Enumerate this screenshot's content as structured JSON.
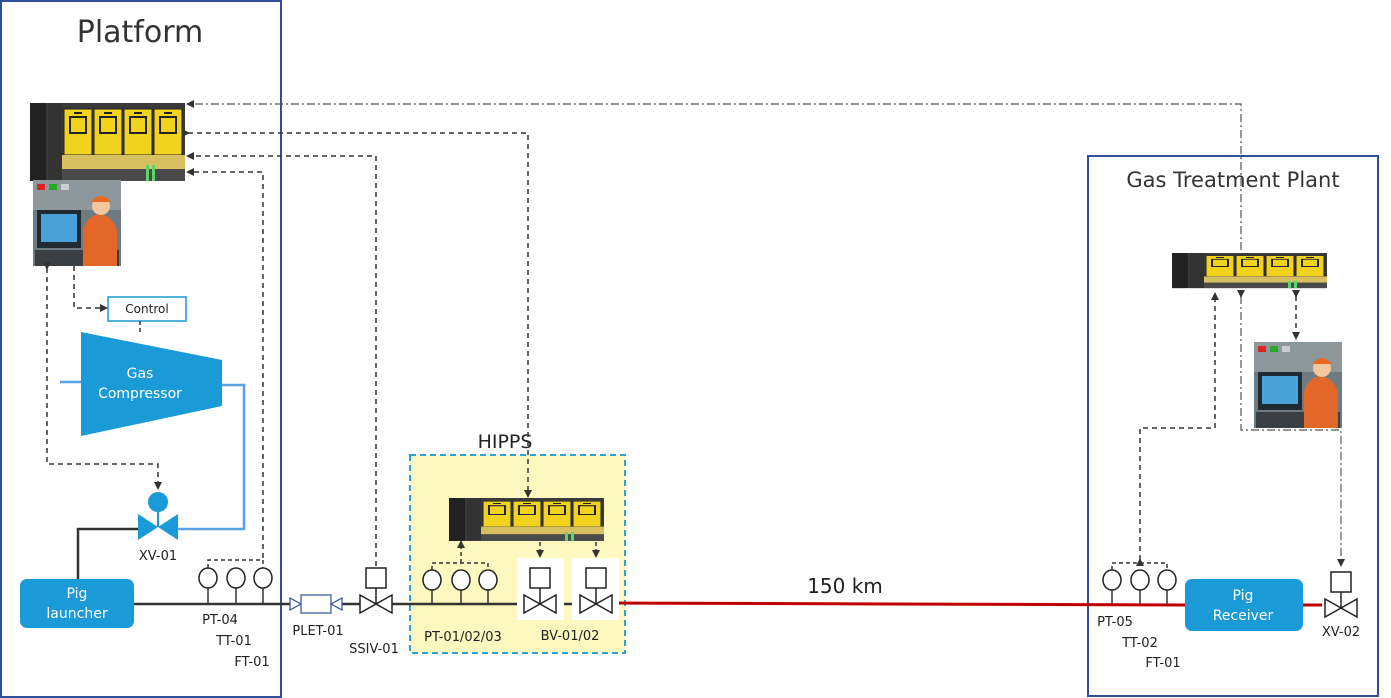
{
  "regions": {
    "platform": "Platform",
    "gas_treatment_plant": "Gas Treatment Plant",
    "hipps": "HIPPS"
  },
  "equipment": {
    "control": "Control",
    "gas_compressor_line1": "Gas",
    "gas_compressor_line2": "Compressor",
    "pig_launcher_line1": "Pig",
    "pig_launcher_line2": "launcher",
    "pig_receiver_line1": "Pig",
    "pig_receiver_line2": "Receiver"
  },
  "tags": {
    "xv01": "XV-01",
    "pt04": "PT-04",
    "tt01": "TT-01",
    "ft01_platform": "FT-01",
    "plet01": "PLET-01",
    "ssiv01": "SSIV-01",
    "pt010203": "PT-01/02/03",
    "bv0102": "BV-01/02",
    "pt05": "PT-05",
    "tt02": "TT-02",
    "ft01_gtp": "FT-01",
    "xv02": "XV-02"
  },
  "pipeline": {
    "distance": "150 km"
  },
  "colors": {
    "region_border": "#2f4f9a",
    "equipment_fill": "#1a9bd7",
    "pipeline_red": "#c00000",
    "hipps_fill": "#fdf8c0",
    "hipps_border": "#2aa4d9",
    "recycle_line": "#5ea0e8",
    "plc_yellow": "#f1d21c"
  },
  "icons": {
    "plc": "plc-rack-icon",
    "operator": "operator-workstation-icon",
    "transmitter": "transmitter-icon",
    "valve": "valve-icon"
  }
}
